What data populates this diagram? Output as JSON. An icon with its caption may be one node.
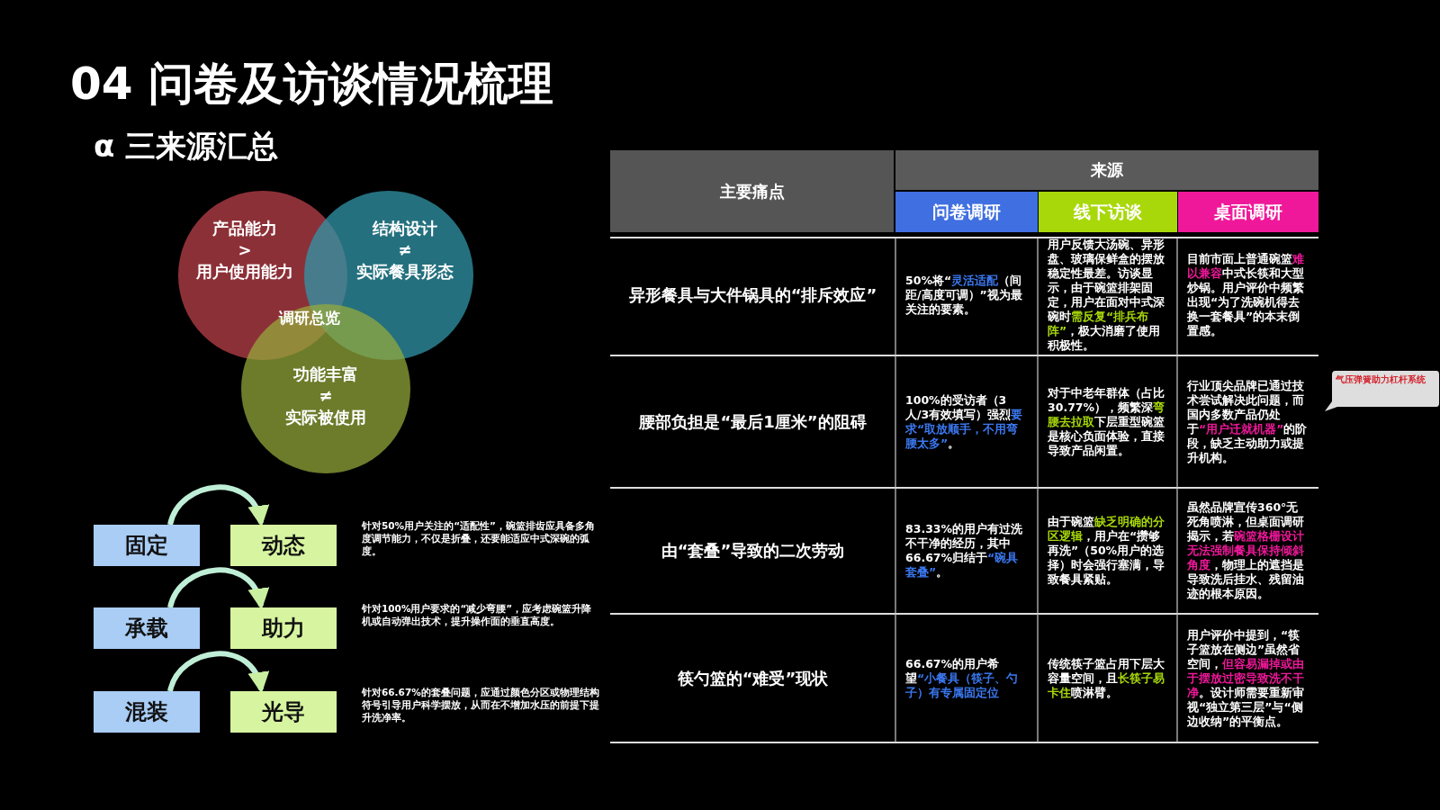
{
  "diagram": {
    "title": "04 问卷及访谈情况梳理",
    "nodes": [
      {
        "text": [
          "产品能力 > 用户使用能力"
        ]
      },
      {
        "text": [
          "结构设计 ≠ 实际餐具形态"
        ]
      },
      {
        "text": [
          "功能丰富 ≠ 实际被使用"
        ]
      },
      {
        "text": [
          "固定"
        ]
      },
      {
        "text": [
          "动态"
        ],
        "beside": [
          "针对50%用户关注的“适配性”，碗篮排齿应具备多角度调节能力，不仅是折叠，还要能适应中式深碗的弧度。"
        ]
      },
      {
        "text": [
          "承载"
        ]
      },
      {
        "text": [
          "助力"
        ],
        "beside": [
          "针对100%用户要求的“减少弯腰”，应考虑碗篮升降机或自动弹出技术，提升操作面的垂直高度。"
        ]
      },
      {
        "text": [
          "混装"
        ]
      },
      {
        "text": [
          "光导"
        ],
        "beside": [
          "针对66.67%的套叠问题，应通过颜色分区或物理结构符号引导用户科学摆放，从而在不增加水压的前提下提升洗净率。"
        ]
      },
      {
        "text": [
          "气压弹簧助力杠杆系统"
        ]
      }
    ],
    "edges": [
      {
        "from": 3,
        "to": 4,
        "arrow": "to"
      },
      {
        "from": 5,
        "to": 6,
        "arrow": "to"
      },
      {
        "from": 7,
        "to": 8,
        "arrow": "to"
      }
    ],
    "labels": [
      "α 三来源汇总",
      "调研总览",
      "主要痛点",
      "来源",
      "问卷调研",
      "线下访谈",
      "桌面调研",
      "异形餐具与大件锅具的“排斥效应”",
      "50%将“**灵活适配**（间距/高度可调）”视为最关注的要素。",
      "用户反馈大汤碗、异形盘、玻璃保鲜盒的摆放稳定性最差。访谈显示，由于碗篮排架固定，用户在面对中式深碗时**需反复“排兵布阵”**，极大消磨了使用积极性。",
      "目前市面上普通碗篮**难以兼容**中式长筷和大型炒锅。用户评价中频繁出现“为了洗碗机得去换一套餐具”的本末倒置感。",
      "腰部负担是“最后1厘米”的阻碍",
      "100%的受访者（3人/3有效填写）强烈**要求“取放顺手，不用弯腰太多”**。",
      "对于中老年群体（占比30.77%），频繁深**弯腰去拉取**下层重型碗篮是核心负面体验，直接导致产品闲置。",
      "行业顶尖品牌已通过技术尝试解决此问题，而国内多数产品仍处于**“用户迁就机器”**的阶段，缺乏主动助力或提升机构。",
      "由“套叠”导致的二次劳动",
      "83.33%的用户有过洗不干净的经历，其中66.67%归结于**“碗具套叠”**。",
      "由于碗篮**缺乏明确的分区逻辑**，用户在“攒够再洗”（50%用户的选择）时会强行塞满，导致餐具紧贴。",
      "虽然品牌宣传360°无死角喷淋，但桌面调研揭示，若**碗篮格栅设计无法强制餐具保持倾斜角度**，物理上的遮挡是导致洗后挂水、残留油迹的根本原因。",
      "筷勺篮的“难受”现状",
      "66.67%的用户希望**“小餐具（筷子、勺子）有专属固定位**",
      "传统筷子篮占用下层大容量空间，且**长筷子易卡住**喷淋臂。",
      "用户评价中提到，“筷子篮放在侧边”虽然省空间，**但容易漏掉或由于摆放过密导致洗不干净**。设计师需要重新审视“独立第三层”与“侧边收纳”的平衡点。"
    ]
  }
}
